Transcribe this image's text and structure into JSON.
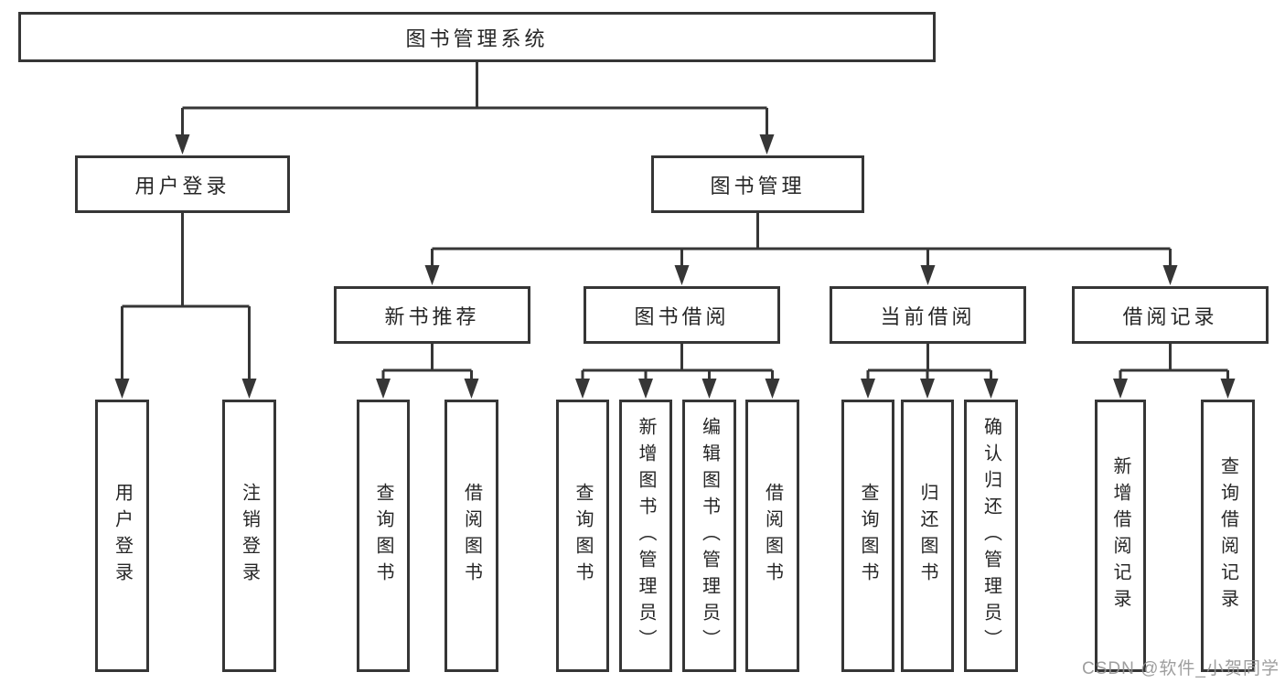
{
  "diagram": {
    "tree": {
      "label": "图书管理系统",
      "children": [
        {
          "label": "用户登录",
          "children": [
            {
              "label": "用户登录"
            },
            {
              "label": "注销登录"
            }
          ]
        },
        {
          "label": "图书管理",
          "children": [
            {
              "label": "新书推荐",
              "children": [
                {
                  "label": "查询图书"
                },
                {
                  "label": "借阅图书"
                }
              ]
            },
            {
              "label": "图书借阅",
              "children": [
                {
                  "label": "查询图书"
                },
                {
                  "label": "新增图书（管理员）"
                },
                {
                  "label": "编辑图书（管理员）"
                },
                {
                  "label": "借阅图书"
                }
              ]
            },
            {
              "label": "当前借阅",
              "children": [
                {
                  "label": "查询图书"
                },
                {
                  "label": "归还图书"
                },
                {
                  "label": "确认归还（管理员）"
                }
              ]
            },
            {
              "label": "借阅记录",
              "children": [
                {
                  "label": "新增借阅记录"
                },
                {
                  "label": "查询借阅记录"
                }
              ]
            }
          ]
        }
      ]
    },
    "colors": {
      "line": "#363636",
      "box_border": "#363636",
      "box_fill": "#ffffff",
      "text": "#262626",
      "watermark": "#949494",
      "background": "#ffffff"
    }
  },
  "watermark": {
    "text": "CSDN @软件_小贺同学"
  }
}
